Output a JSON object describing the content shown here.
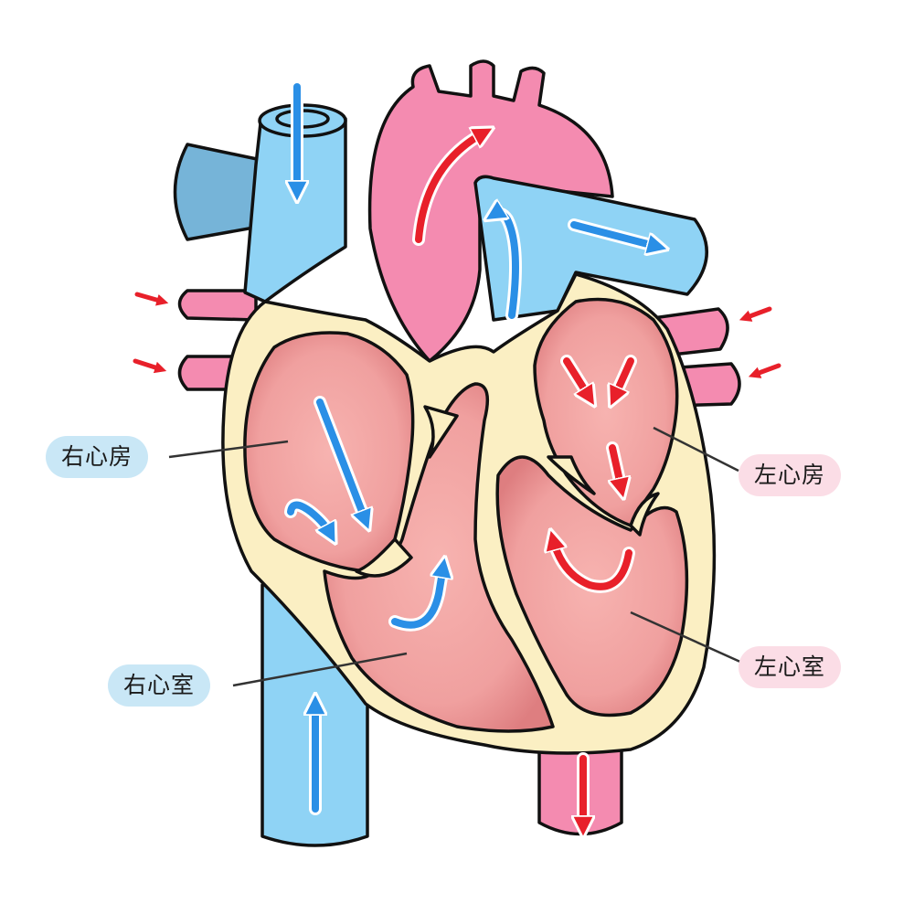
{
  "labels": {
    "right_atrium": "右心房",
    "right_ventricle": "右心室",
    "left_atrium": "左心房",
    "left_ventricle": "左心室"
  },
  "colors": {
    "outline": "#111111",
    "vein_blue": "#8fd3f5",
    "vein_blue_dark": "#76b4d8",
    "artery_pink": "#f48bb0",
    "wall_cream": "#fbefc3",
    "chamber_pink": "#f2a6a6",
    "chamber_shadow": "#e48383",
    "flow_blue": "#2a8fe6",
    "flow_red": "#e8202a",
    "label_blue_bg": "#c9e7f6",
    "label_pink_bg": "#fbdde6"
  }
}
